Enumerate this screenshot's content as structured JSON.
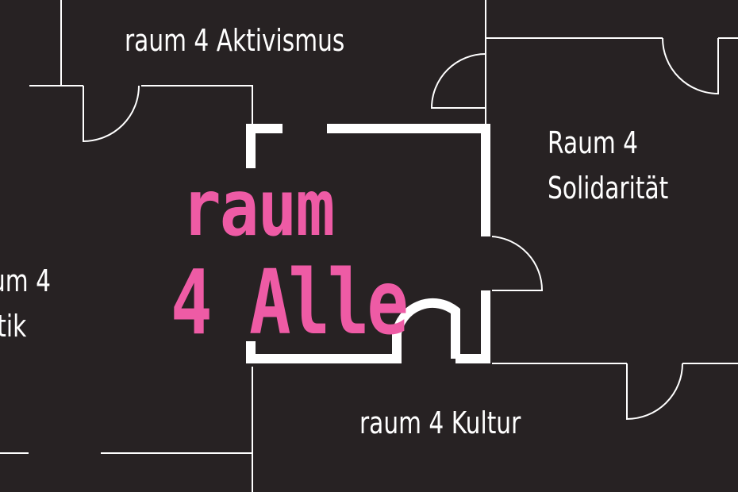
{
  "title": {
    "line1": "raum",
    "line2": "4 Alle"
  },
  "rooms": {
    "aktivismus": "raum 4 Aktivismus",
    "solidaritaet_line1": "Raum 4",
    "solidaritaet_line2": "Solidarität",
    "politik_line1": "um 4",
    "politik_line2": "itik",
    "kultur": "raum 4 Kultur"
  },
  "colors": {
    "background": "#272223",
    "accent": "#ee5ba5",
    "lines": "#ffffff"
  }
}
